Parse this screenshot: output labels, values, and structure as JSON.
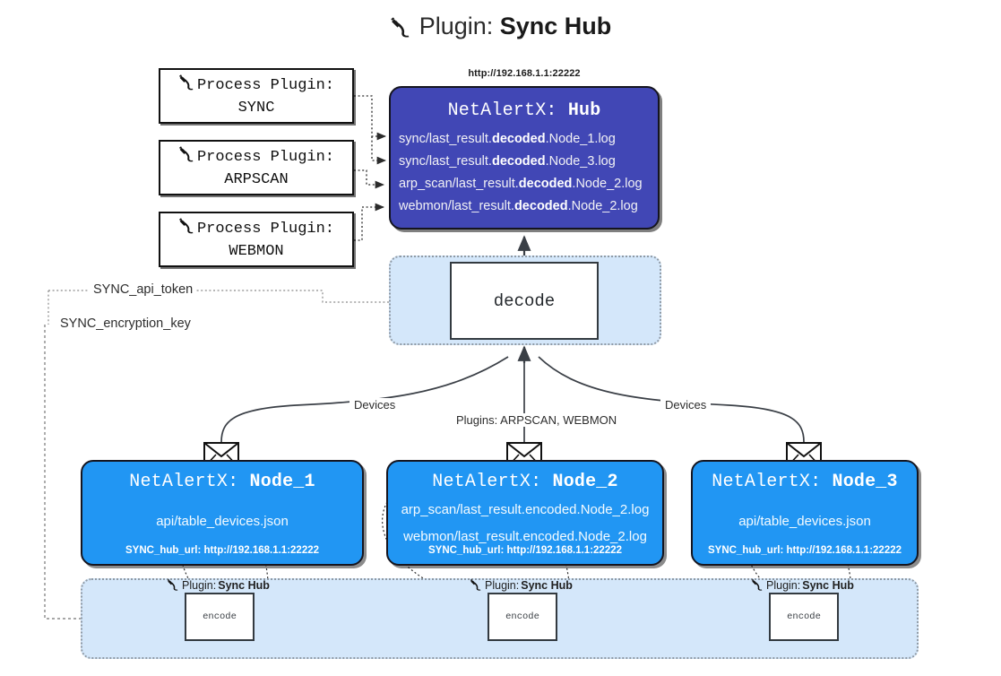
{
  "title": {
    "icon": "plug-icon",
    "prefix": "Plugin:",
    "name": "Sync Hub"
  },
  "process_plugins": [
    {
      "icon": "plug-icon",
      "line1": "Process Plugin:",
      "line2": "SYNC"
    },
    {
      "icon": "plug-icon",
      "line1": "Process Plugin:",
      "line2": "ARPSCAN"
    },
    {
      "icon": "plug-icon",
      "line1": "Process Plugin:",
      "line2": "WEBMON"
    }
  ],
  "hub": {
    "url": "http://192.168.1.1:22222",
    "title_prefix": "NetAlertX:",
    "title_name": "Hub",
    "rows": [
      {
        "pre": "sync/last_result.",
        "bold": "decoded",
        "post": ".Node_1.log"
      },
      {
        "pre": "sync/last_result.",
        "bold": "decoded",
        "post": ".Node_3.log"
      },
      {
        "pre": "arp_scan/last_result.",
        "bold": "decoded",
        "post": ".Node_2.log"
      },
      {
        "pre": "webmon/last_result.",
        "bold": "decoded",
        "post": ".Node_2.log"
      }
    ],
    "fill_color": "#4147b5"
  },
  "decode": {
    "label": "decode",
    "group_fill": "#d4e7fa"
  },
  "keys": {
    "api_token": "SYNC_api_token",
    "encryption_key": "SYNC_encryption_key"
  },
  "edge_labels": {
    "devices_left": "Devices",
    "devices_right": "Devices",
    "plugins": "Plugins: ARPSCAN, WEBMON"
  },
  "nodes": [
    {
      "title_prefix": "NetAlertX:",
      "title_name": "Node_1",
      "lines": [
        "api/table_devices.json"
      ],
      "footer": "SYNC_hub_url: http://192.168.1.1:22222",
      "fill_color": "#2196f3",
      "envelope": "envelope-icon"
    },
    {
      "title_prefix": "NetAlertX:",
      "title_name": "Node_2",
      "lines": [
        "arp_scan/last_result.encoded.Node_2.log",
        "webmon/last_result.encoded.Node_2.log"
      ],
      "footer": "SYNC_hub_url: http://192.168.1.1:22222",
      "fill_color": "#2196f3",
      "envelope": "envelope-icon"
    },
    {
      "title_prefix": "NetAlertX:",
      "title_name": "Node_3",
      "lines": [
        "api/table_devices.json"
      ],
      "footer": "SYNC_hub_url: http://192.168.1.1:22222",
      "fill_color": "#2196f3",
      "envelope": "envelope-icon"
    }
  ],
  "encoders": [
    {
      "caption_prefix": "Plugin:",
      "caption_name": "Sync Hub",
      "label": "encode",
      "icon": "plug-icon"
    },
    {
      "caption_prefix": "Plugin:",
      "caption_name": "Sync Hub",
      "label": "encode",
      "icon": "plug-icon"
    },
    {
      "caption_prefix": "Plugin:",
      "caption_name": "Sync Hub",
      "label": "encode",
      "icon": "plug-icon"
    }
  ]
}
